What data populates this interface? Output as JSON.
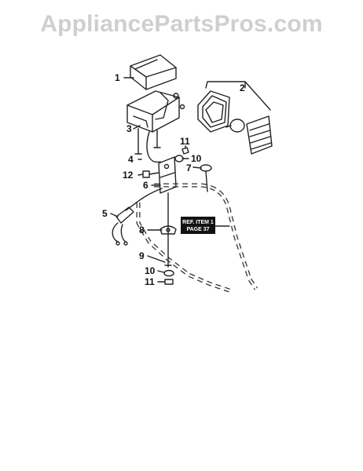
{
  "watermark": "AppliancePartsPros.com",
  "reference_tag": {
    "line1": "REF. ITEM 1",
    "line2": "PAGE 37"
  },
  "callouts": [
    {
      "id": "c1",
      "label": "1"
    },
    {
      "id": "c2",
      "label": "2"
    },
    {
      "id": "c3",
      "label": "3"
    },
    {
      "id": "c4",
      "label": "4"
    },
    {
      "id": "c5",
      "label": "5"
    },
    {
      "id": "c6",
      "label": "6"
    },
    {
      "id": "c7",
      "label": "7"
    },
    {
      "id": "c8",
      "label": "8"
    },
    {
      "id": "c9",
      "label": "9"
    },
    {
      "id": "c10a",
      "label": "10"
    },
    {
      "id": "c10b",
      "label": "10"
    },
    {
      "id": "c11a",
      "label": "11"
    },
    {
      "id": "c11b",
      "label": "11"
    },
    {
      "id": "c12",
      "label": "12"
    }
  ]
}
